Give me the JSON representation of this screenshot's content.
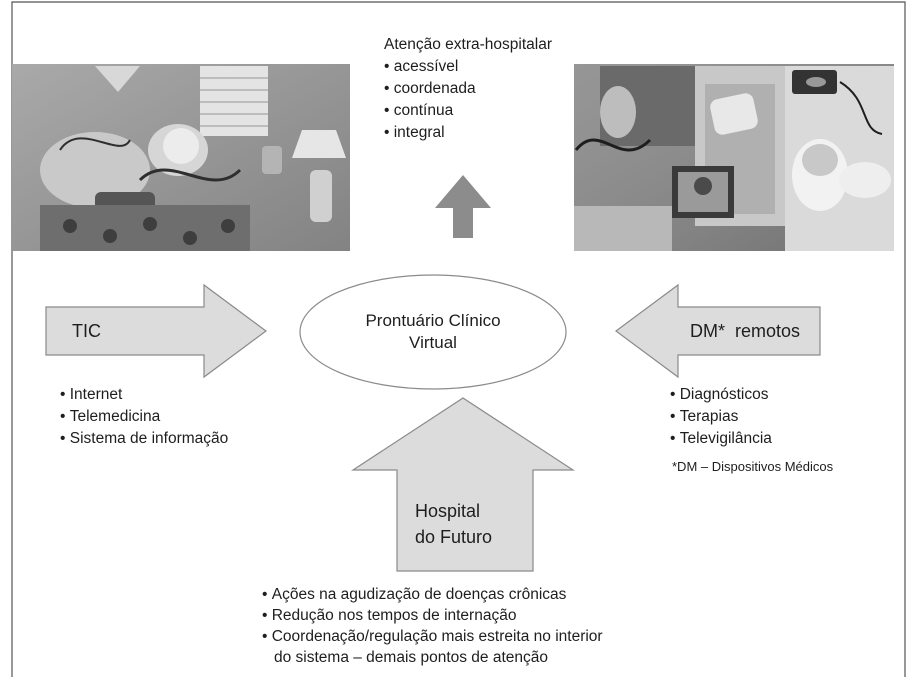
{
  "top": {
    "heading": "Atenção extra-hospitalar",
    "items": [
      "acessível",
      "coordenada",
      "contínua",
      "integral"
    ]
  },
  "center": {
    "line1": "Prontuário Clínico",
    "line2": "Virtual"
  },
  "left": {
    "arrow_label": "TIC",
    "items": [
      "Internet",
      "Telemedicina",
      "Sistema de informação"
    ]
  },
  "right": {
    "arrow_label": "DM*  remotos",
    "items": [
      "Diagnósticos",
      "Terapias",
      "Televigilância"
    ],
    "footnote": "*DM – Dispositivos Médicos"
  },
  "bottom": {
    "arrow_line1": "Hospital",
    "arrow_line2": "do Futuro",
    "items": [
      "Ações na agudização de doenças crônicas",
      "Redução nos tempos de internação",
      "Coordenação/regulação mais estreita no interior"
    ],
    "item_continuation": "do sistema – demais pontos de atenção"
  },
  "colors": {
    "arrow_fill": "#dcdcdc",
    "arrow_stroke": "#8a8a8a",
    "up_arrow": "#8c8c8c",
    "frame": "#555555"
  }
}
